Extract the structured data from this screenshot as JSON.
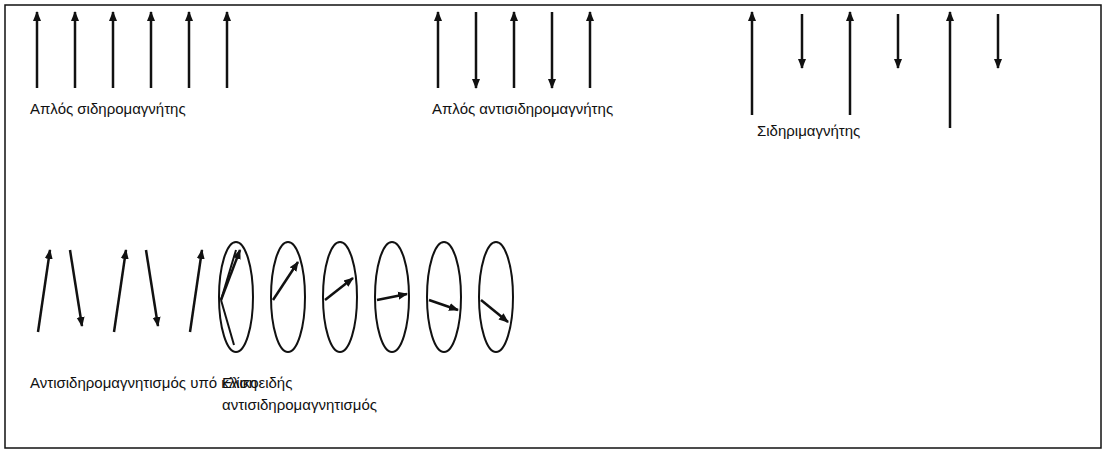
{
  "diagram": {
    "labels": [
      "Απλός σιδηρομαγνήτης",
      "Απλός αντισιδηρομαγνήτης",
      "Σιδηριμαγνήτης",
      "Αντισιδηρομαγνητισμός υπό κλίση",
      "Ελικοειδής αντισιδηρομαγνητισμός"
    ]
  }
}
